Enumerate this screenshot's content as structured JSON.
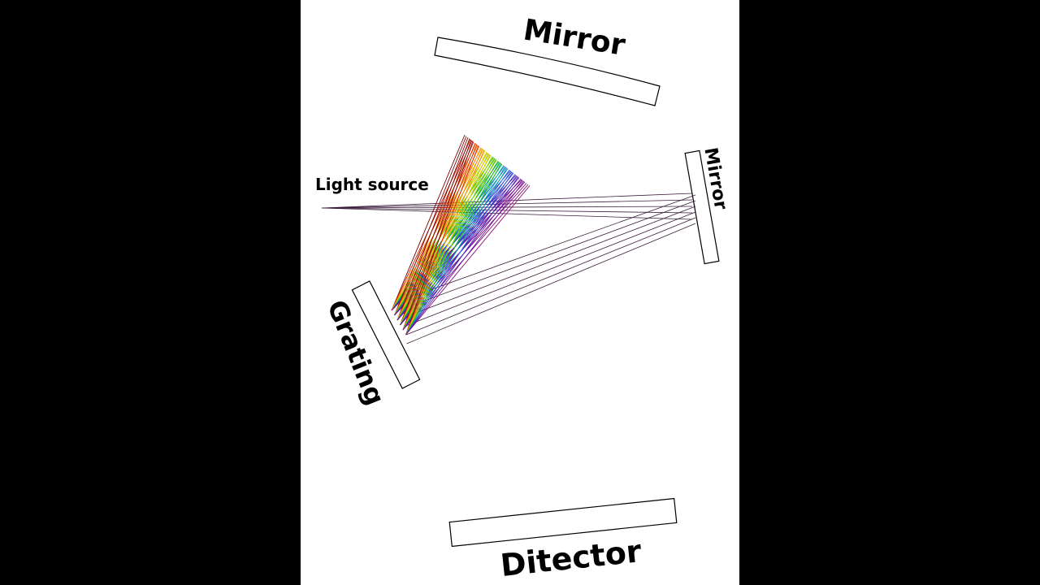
{
  "colors": {
    "background_bars": "#000000",
    "panel": "#ffffff",
    "outline": "#000000",
    "incident_rays": "#3a1d3a"
  },
  "labels": {
    "top_mirror": "Mirror",
    "side_mirror": "Mirror",
    "light_source": "Light source",
    "grating": "Grating",
    "detector": "Ditector"
  },
  "spectrum": {
    "colors": [
      "#7a0000",
      "#d21f00",
      "#ff7a00",
      "#e9c400",
      "#8fd400",
      "#20b400",
      "#00b09a",
      "#1c62e0",
      "#3a2cc8",
      "#6a1aa8",
      "#8a0a78"
    ]
  }
}
